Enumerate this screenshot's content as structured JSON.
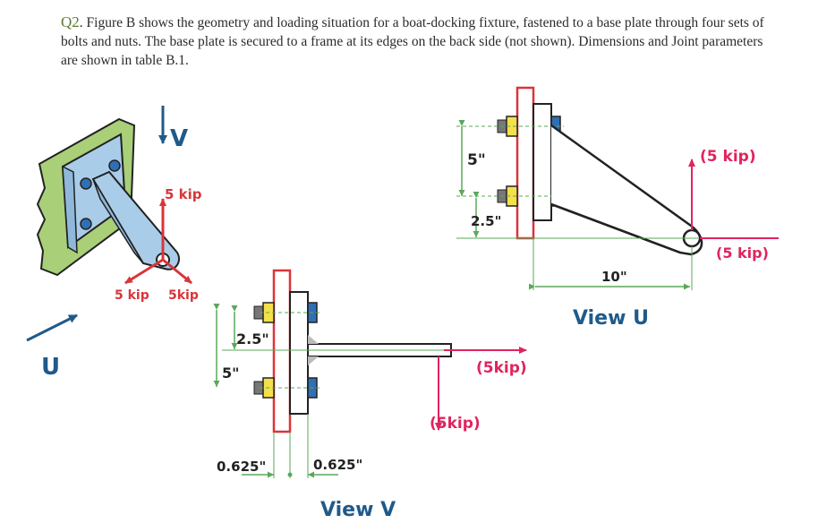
{
  "question": {
    "number": "Q2",
    "text": ". Figure B shows the geometry and loading situation for a boat-docking fixture, fastened to a base plate through four sets of bolts and nuts. The base plate is secured to a frame at its edges on the back side (not shown). Dimensions and Joint parameters are shown in table B.1."
  },
  "iso_view": {
    "v_label": "V",
    "u_label": "U",
    "load_up": "5 kip",
    "load_left": "5 kip",
    "load_right": "5kip"
  },
  "view_u": {
    "title": "View U",
    "dim_5": "5\"",
    "dim_2_5": "2.5\"",
    "dim_10": "10\"",
    "load_vertical": "(5 kip)",
    "load_horizontal": "(5 kip)"
  },
  "view_v": {
    "title": "View V",
    "dim_2_5": "2.5\"",
    "dim_5": "5\"",
    "dim_0625_left": "0.625\"",
    "dim_0625_right": "0.625\"",
    "load_horizontal": "(5kip)",
    "load_vertical": "(5kip)"
  },
  "colors": {
    "frame_red": "#d9353a",
    "plate_green": "#a9cf78",
    "bracket_blue": "#a9cde8",
    "load_pink": "#e0245e",
    "note_blue": "#1f5a8a",
    "bolt_yellow": "#f4e04a",
    "bolt_blue": "#2f6fb5",
    "dim_green": "#5aa85a"
  }
}
